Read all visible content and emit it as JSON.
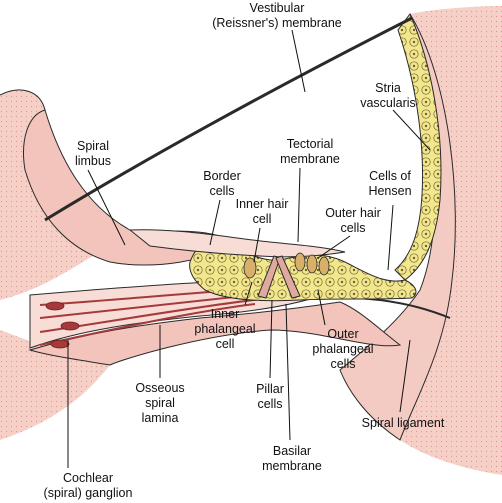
{
  "labels": {
    "vestibular_1": "Vestibular",
    "vestibular_2": "(Reissner's) membrane",
    "stria_1": "Stria",
    "stria_2": "vascularis",
    "spiral_limbus_1": "Spiral",
    "spiral_limbus_2": "limbus",
    "tectorial_1": "Tectorial",
    "tectorial_2": "membrane",
    "border_1": "Border",
    "border_2": "cells",
    "inner_hair_1": "Inner hair",
    "inner_hair_2": "cell",
    "hensen_1": "Cells of",
    "hensen_2": "Hensen",
    "outer_hair_1": "Outer hair",
    "outer_hair_2": "cells",
    "inner_phal_1": "Inner",
    "inner_phal_2": "phalangeal",
    "inner_phal_3": "cell",
    "outer_phal_1": "Outer",
    "outer_phal_2": "phalangeal",
    "outer_phal_3": "cells",
    "osseous_1": "Osseous",
    "osseous_2": "spiral",
    "osseous_3": "lamina",
    "pillar_1": "Pillar",
    "pillar_2": "cells",
    "spiral_ligament": "Spiral ligament",
    "basilar_1": "Basilar",
    "basilar_2": "membrane",
    "ganglion_1": "Cochlear",
    "ganglion_2": "(spiral) ganglion"
  },
  "colors": {
    "tissue_pink": "#f2c4bc",
    "tissue_pink_light": "#f8dcd6",
    "bone_pink": "#f4b9ae",
    "cell_yellow": "#f3e78e",
    "nerve_red": "#a63a3a",
    "outline": "#2a2a2a"
  }
}
